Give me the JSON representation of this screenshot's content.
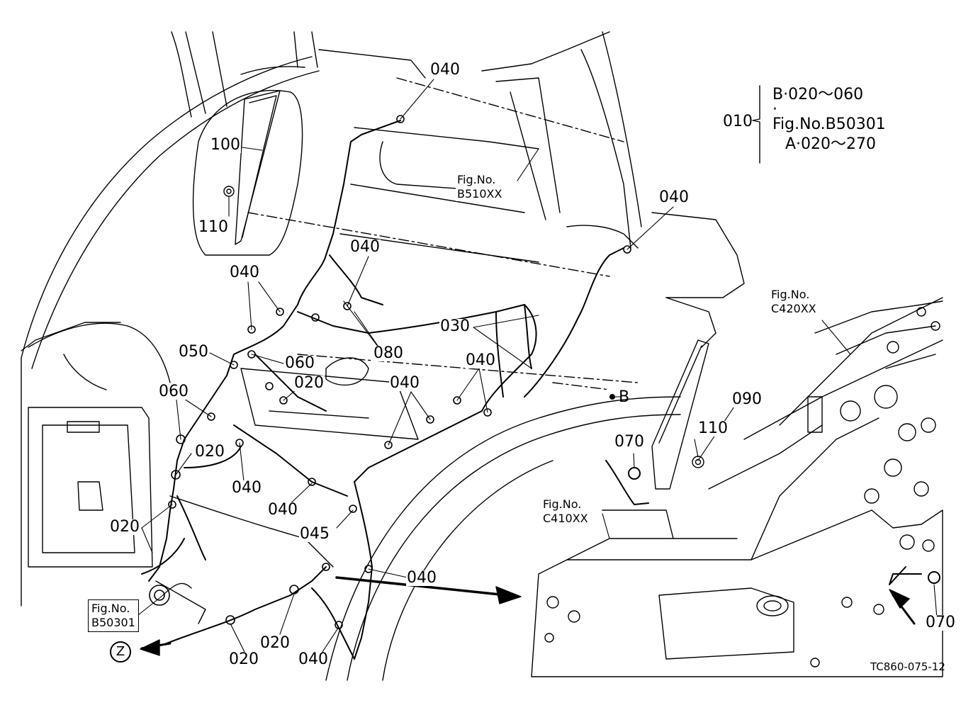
{
  "diagram": {
    "legend": {
      "parent": "010",
      "line1": "B·020～060",
      "dot": "·",
      "line2": "Fig.No.B50301",
      "line3": "A·020～270"
    },
    "refs": {
      "b510": [
        "Fig.No.",
        "B510XX"
      ],
      "c420": [
        "Fig.No.",
        "C420XX"
      ],
      "c410": [
        "Fig.No.",
        "C410XX"
      ],
      "b50301": [
        "Fig.No.",
        "B50301"
      ]
    },
    "view_marker": "Z",
    "point_marker": "B",
    "doc_number": "TC860-075-12",
    "part_labels": [
      {
        "id": "p1",
        "text": "040"
      },
      {
        "id": "p2",
        "text": "100"
      },
      {
        "id": "p3",
        "text": "110"
      },
      {
        "id": "p4",
        "text": "040"
      },
      {
        "id": "p5",
        "text": "040"
      },
      {
        "id": "p6",
        "text": "040"
      },
      {
        "id": "p7",
        "text": "030"
      },
      {
        "id": "p8",
        "text": "080"
      },
      {
        "id": "p9",
        "text": "050"
      },
      {
        "id": "p10",
        "text": "060"
      },
      {
        "id": "p11",
        "text": "020"
      },
      {
        "id": "p12",
        "text": "040"
      },
      {
        "id": "p13",
        "text": "040"
      },
      {
        "id": "p14",
        "text": "060"
      },
      {
        "id": "p15",
        "text": "090"
      },
      {
        "id": "p16",
        "text": "070"
      },
      {
        "id": "p17",
        "text": "110"
      },
      {
        "id": "p18",
        "text": "020"
      },
      {
        "id": "p19",
        "text": "040"
      },
      {
        "id": "p20",
        "text": "040"
      },
      {
        "id": "p21",
        "text": "020"
      },
      {
        "id": "p22",
        "text": "045"
      },
      {
        "id": "p23",
        "text": "040"
      },
      {
        "id": "p24",
        "text": "020"
      },
      {
        "id": "p25",
        "text": "020"
      },
      {
        "id": "p26",
        "text": "040"
      },
      {
        "id": "p27",
        "text": "070"
      }
    ]
  }
}
